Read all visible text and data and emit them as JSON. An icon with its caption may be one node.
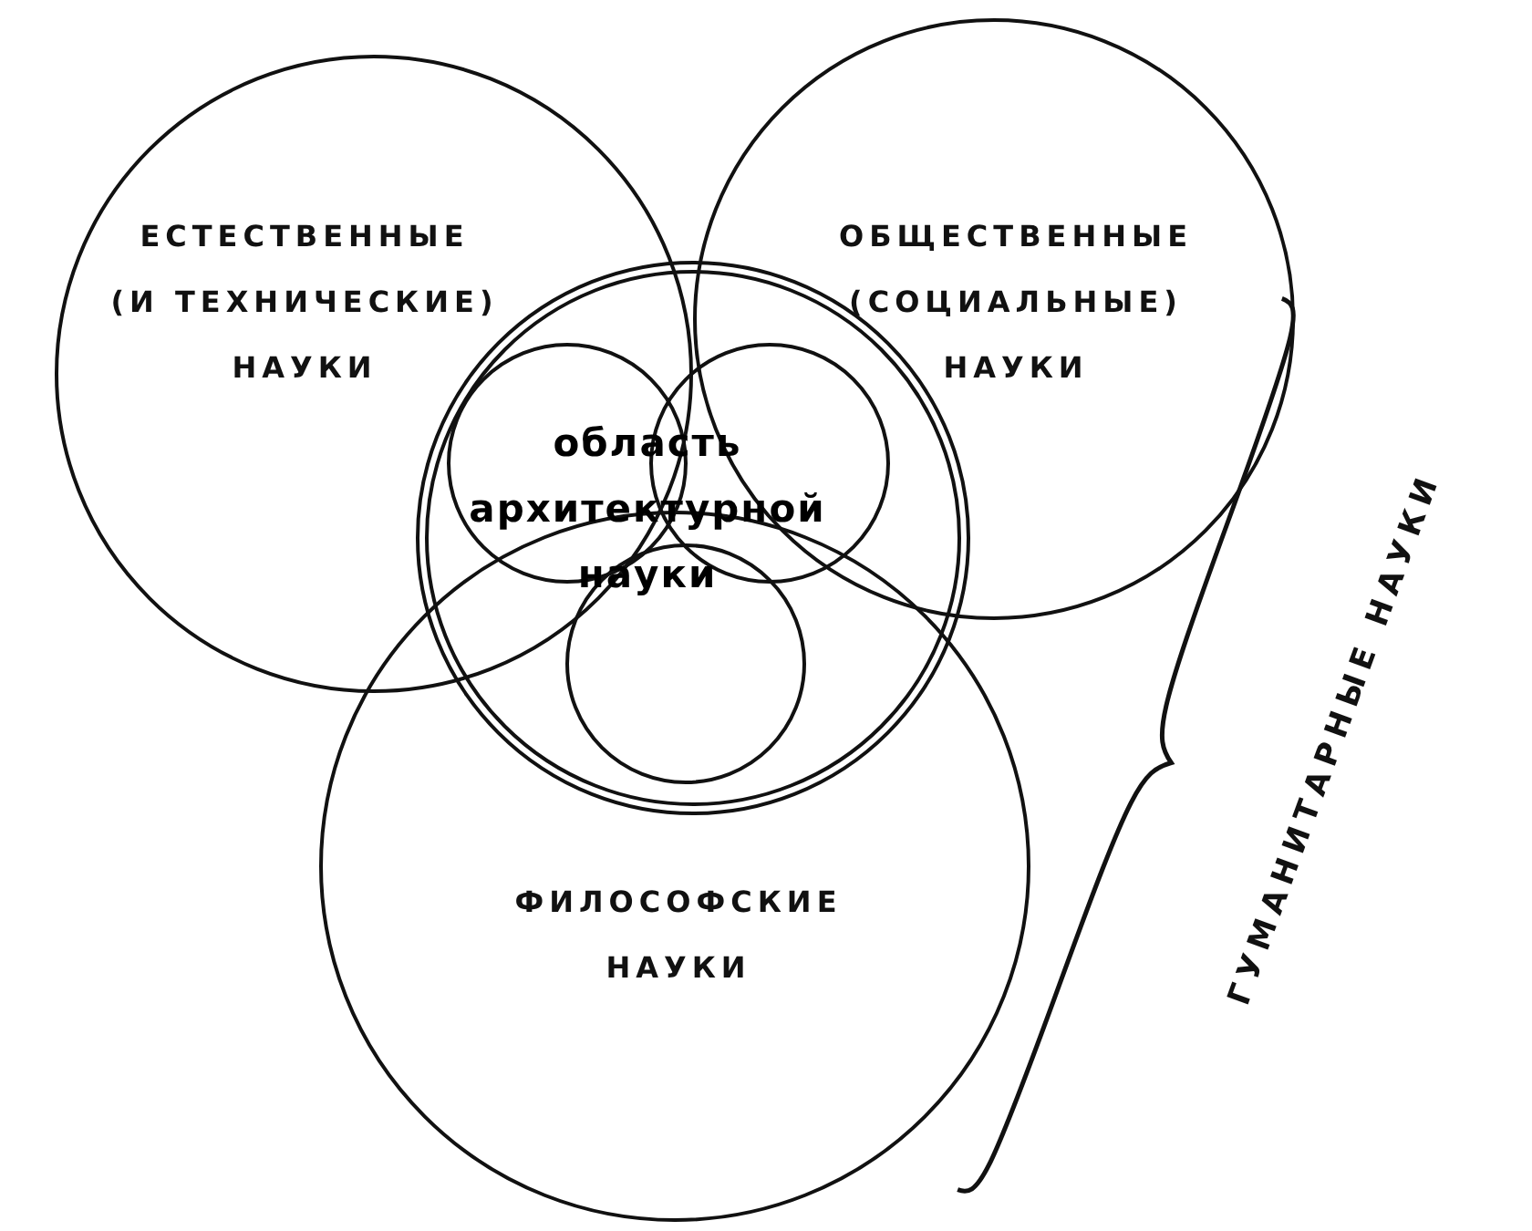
{
  "diagram": {
    "nodes": [
      {
        "text": [
          "ЕСТЕСТВЕННЫЕ (И ТЕХНИЧЕСКИЕ) НАУКИ"
        ]
      },
      {
        "text": [
          "ОБЩЕСТВЕННЫЕ (СОЦИАЛЬНЫЕ) НАУКИ"
        ]
      },
      {
        "text": [],
        "shape": "circle"
      },
      {
        "text": [],
        "shape": "circle"
      },
      {
        "text": [],
        "shape": "circle",
        "in": 2
      },
      {
        "text": [],
        "shape": "circle"
      },
      {
        "text": [
          "ФИЛОСОФСКИЕ НАУКИ"
        ]
      }
    ],
    "labels": [
      "область архитектурной науки",
      "ГУМАНИТАРНЫЕ НАУКИ"
    ]
  }
}
